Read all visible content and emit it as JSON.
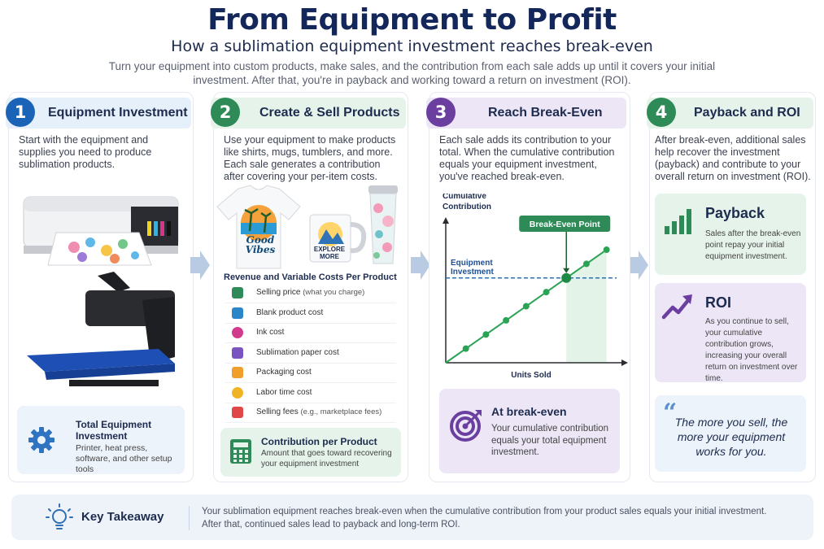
{
  "header": {
    "title": "From Equipment to Profit",
    "subtitle": "How a sublimation equipment investment reaches break-even",
    "intro": "Turn your equipment into custom products, make sales, and the contribution from each sale adds up until it covers your initial investment. After that, you're in payback and working toward a return on investment (ROI)."
  },
  "colors": {
    "step1": "#1b63b7",
    "step2": "#2e8b57",
    "step3": "#6a3fa0",
    "step4": "#2e8b57",
    "head1_bg": "#e6f0fb",
    "head2_bg": "#e5f3ea",
    "head3_bg": "#ece6f6",
    "head4_bg": "#e5f3ea",
    "chart_line": "#2aa354",
    "breakeven_line": "#2f6fb5"
  },
  "steps": [
    {
      "number": "1",
      "label": "Equipment Investment",
      "description": "Start with the equipment and supplies you need to produce sublimation products.",
      "card_title": "Total Equipment Investment",
      "card_text": "Printer, heat press, software, and other setup tools",
      "icon": "gear-icon"
    },
    {
      "number": "2",
      "label": "Create & Sell Products",
      "description": "Use your equipment to make products like shirts, mugs, tumblers, and more. Each sale generates a contribution after covering your per-item costs.",
      "products": {
        "shirt_text": "Good Vibes",
        "mug_text": "EXPLORE MORE"
      },
      "cost_table": {
        "title": "Revenue and Variable Costs Per Product",
        "rows": [
          {
            "label": "Selling price",
            "note": "(what you charge)",
            "icon": "price-tag-icon",
            "color": "#2e8b57"
          },
          {
            "label": "Blank product cost",
            "note": "",
            "icon": "tshirt-icon",
            "color": "#2b86c9"
          },
          {
            "label": "Ink cost",
            "note": "",
            "icon": "ink-drop-icon",
            "color": "#d23a8c"
          },
          {
            "label": "Sublimation paper cost",
            "note": "",
            "icon": "paper-icon",
            "color": "#7a55c2"
          },
          {
            "label": "Packaging cost",
            "note": "",
            "icon": "box-icon",
            "color": "#f0a02a"
          },
          {
            "label": "Labor time cost",
            "note": "",
            "icon": "person-icon",
            "color": "#f0b323"
          },
          {
            "label": "Selling fees",
            "note": "(e.g., marketplace fees)",
            "icon": "credit-card-icon",
            "color": "#e04848"
          }
        ]
      },
      "card_title": "Contribution per Product",
      "card_text": "Amount that goes toward recovering your equipment investment",
      "icon": "calculator-icon"
    },
    {
      "number": "3",
      "label": "Reach Break-Even",
      "description": "Each sale adds its contribution to your total. When the cumulative contribution equals your equipment investment, you've reached break-even.",
      "card_title": "At break-even",
      "card_text": "Your cumulative contribution equals your total equipment investment.",
      "icon": "target-icon"
    },
    {
      "number": "4",
      "label": "Payback and ROI",
      "description": "After break-even, additional sales help recover the investment (payback) and contribute to your overall return on investment (ROI).",
      "payback_title": "Payback",
      "payback_text": "Sales after the break-even point repay your initial equipment investment.",
      "roi_title": "ROI",
      "roi_text": "As you continue to sell, your cumulative contribution grows, increasing your overall return on investment over time.",
      "quote": "The more you sell, the more your equipment works for you."
    }
  ],
  "chart_data": {
    "type": "line",
    "ylabel": "Cumulative Contribution",
    "xlabel": "Units Sold",
    "x": [
      1,
      2,
      3,
      4,
      5,
      6,
      7,
      8
    ],
    "y": [
      1,
      2,
      3,
      4,
      5,
      6,
      7,
      8
    ],
    "breakeven_level": 6,
    "breakeven_x": 6,
    "threshold_label": "Equipment Investment",
    "annotation": "Break-Even Point",
    "xlim": [
      0,
      8.5
    ],
    "ylim": [
      0,
      9.5
    ]
  },
  "takeaway": {
    "title": "Key Takeaway",
    "text": "Your sublimation equipment reaches break-even when the cumulative contribution from your product sales equals your initial investment. After that, continued sales lead to payback and long-term ROI."
  }
}
